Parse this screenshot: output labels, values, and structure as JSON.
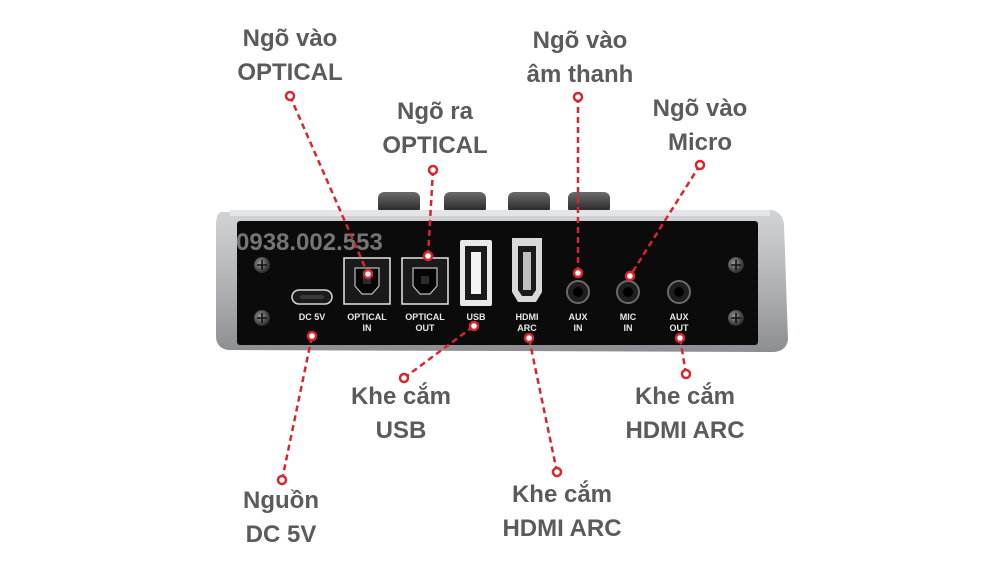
{
  "watermark": "0938.002.553",
  "ports": {
    "dc": "DC 5V",
    "optical_in_1": "OPTICAL",
    "optical_in_2": "IN",
    "optical_out_1": "OPTICAL",
    "optical_out_2": "OUT",
    "usb": "USB",
    "hdmi_1": "HDMI",
    "hdmi_2": "ARC",
    "aux_in_1": "AUX",
    "aux_in_2": "IN",
    "mic_in_1": "MIC",
    "mic_in_2": "IN",
    "aux_out_1": "AUX",
    "aux_out_2": "OUT"
  },
  "callouts": {
    "optical_in": [
      "Ngõ vào",
      "OPTICAL"
    ],
    "optical_out": [
      "Ngõ ra",
      "OPTICAL"
    ],
    "audio_in": [
      "Ngõ vào",
      "âm thanh"
    ],
    "mic_in": [
      "Ngõ vào",
      "Micro"
    ],
    "usb_slot": [
      "Khe cắm",
      "USB"
    ],
    "hdmi_slot_center": [
      "Khe cắm",
      "HDMI ARC"
    ],
    "hdmi_slot_right": [
      "Khe cắm",
      "HDMI ARC"
    ],
    "power": [
      "Nguồn",
      "DC 5V"
    ]
  },
  "colors": {
    "callout_line": "#d8262e",
    "label_text": "#5b5b5b",
    "panel": "#0b0b0b",
    "casing": "#b9babd"
  }
}
